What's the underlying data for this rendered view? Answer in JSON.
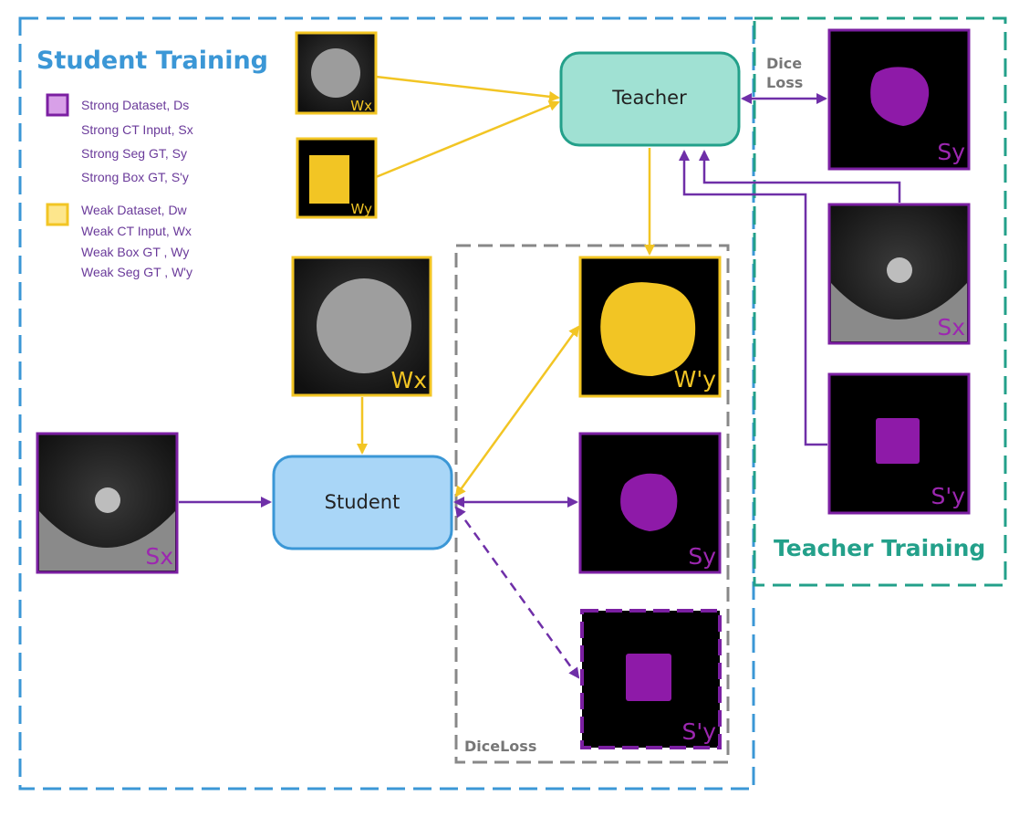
{
  "title_student": "Student Training",
  "title_teacher": "Teacher Training",
  "legend": {
    "strong": [
      "Strong Dataset, Ds",
      "Strong CT Input, Sx",
      "Strong Seg GT, Sy",
      "Strong Box GT, S'y"
    ],
    "weak": [
      "Weak Dataset, Dw",
      "Weak CT Input, Wx",
      "Weak Box GT , Wy",
      "Weak Seg GT , W'y"
    ]
  },
  "nodes": {
    "teacher": "Teacher",
    "student": "Student"
  },
  "loss": {
    "dice_line1": "Dice",
    "dice_line2": "Loss",
    "diceloss": "DiceLoss"
  },
  "images": {
    "wx_small": "Wx",
    "wy_small": "Wy",
    "wx_large": "Wx",
    "sx_left": "Sx",
    "wpy": "W'y",
    "sy_mid": "Sy",
    "spy_mid": "S'y",
    "sy_right": "Sy",
    "sx_right": "Sx",
    "spy_right": "S'y"
  },
  "colors": {
    "student_blue": "#3b97d6",
    "teacher_green": "#23a08a",
    "strong_purple": "#7b1fa2",
    "weak_yellow": "#f2c524",
    "loss_gray": "#888888",
    "teacher_fill": "#a0e1d3",
    "student_fill": "#a9d6f7"
  },
  "icons": [
    "ct-scan-image",
    "segmentation-mask",
    "box-mask",
    "arrow"
  ]
}
